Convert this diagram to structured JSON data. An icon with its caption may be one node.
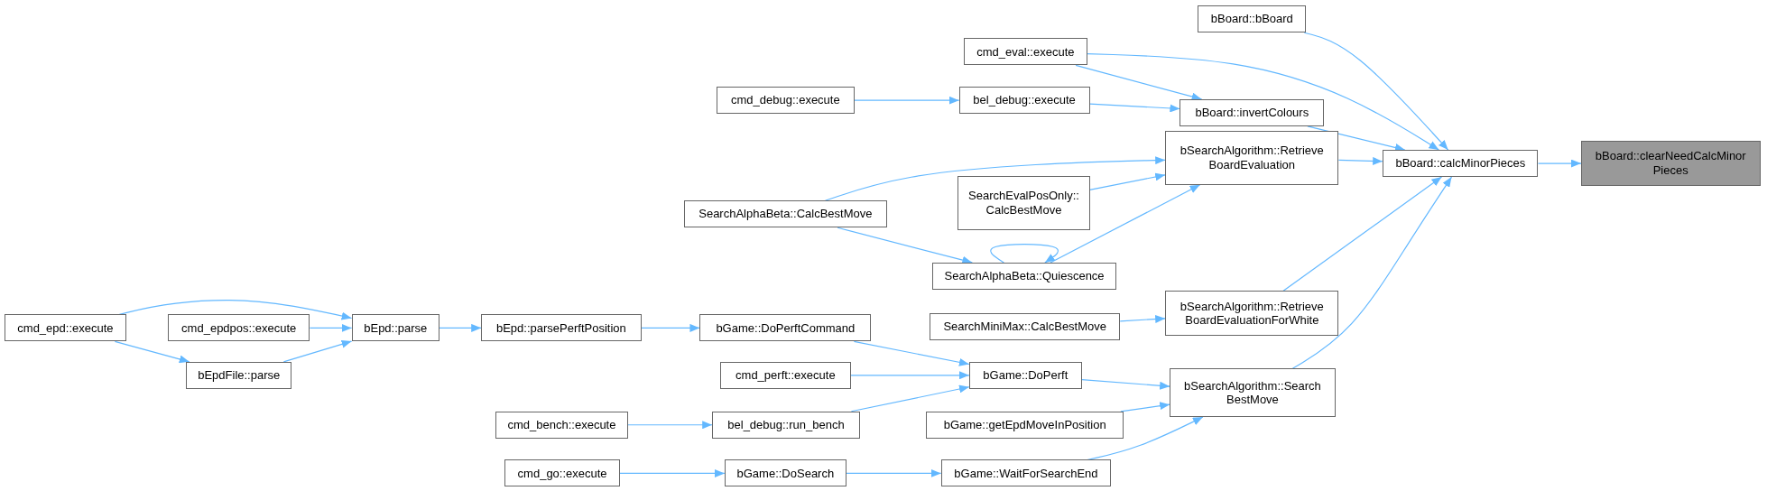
{
  "diagram": {
    "nodes": [
      {
        "text": [
          "bBoard::clearNeedCalcMinor Pieces"
        ]
      },
      {
        "text": [
          "bBoard::calcMinorPieces"
        ]
      },
      {
        "text": [
          "bBoard::bBoard"
        ]
      },
      {
        "text": [
          "cmd_eval::execute"
        ]
      },
      {
        "text": [
          "bBoard::invertColours"
        ]
      },
      {
        "text": [
          "bel_debug::execute"
        ]
      },
      {
        "text": [
          "cmd_debug::execute"
        ]
      },
      {
        "text": [
          "bSearchAlgorithm::Retrieve BoardEvaluation"
        ]
      },
      {
        "text": [
          "SearchEvalPosOnly:: CalcBestMove"
        ]
      },
      {
        "text": [
          "SearchAlphaBeta::CalcBestMove"
        ]
      },
      {
        "text": [
          "SearchAlphaBeta::Quiescence"
        ]
      },
      {
        "text": [
          "bSearchAlgorithm::Retrieve BoardEvaluationForWhite"
        ]
      },
      {
        "text": [
          "SearchMiniMax::CalcBestMove"
        ]
      },
      {
        "text": [
          "bSearchAlgorithm::Search BestMove"
        ]
      },
      {
        "text": [
          "bGame::DoPerft"
        ]
      },
      {
        "text": [
          "bGame::getEpdMoveInPosition"
        ]
      },
      {
        "text": [
          "bGame::WaitForSearchEnd"
        ]
      },
      {
        "text": [
          "bGame::DoPerftCommand"
        ]
      },
      {
        "text": [
          "cmd_perft::execute"
        ]
      },
      {
        "text": [
          "bel_debug::run_bench"
        ]
      },
      {
        "text": [
          "bGame::DoSearch"
        ]
      },
      {
        "text": [
          "cmd_go::execute"
        ]
      },
      {
        "text": [
          "cmd_bench::execute"
        ]
      },
      {
        "text": [
          "bEpd::parsePerftPosition"
        ]
      },
      {
        "text": [
          "bEpd::parse"
        ]
      },
      {
        "text": [
          "cmd_epdpos::execute"
        ]
      },
      {
        "text": [
          "bEpdFile::parse"
        ]
      },
      {
        "text": [
          "cmd_epd::execute"
        ]
      }
    ],
    "edges": [
      {
        "from": 1,
        "to": 0,
        "arrow": "to"
      },
      {
        "from": 2,
        "to": 1,
        "arrow": "to"
      },
      {
        "from": 3,
        "to": 1,
        "arrow": "to"
      },
      {
        "from": 4,
        "to": 1,
        "arrow": "to"
      },
      {
        "from": 7,
        "to": 1,
        "arrow": "to"
      },
      {
        "from": 11,
        "to": 1,
        "arrow": "to"
      },
      {
        "from": 13,
        "to": 1,
        "arrow": "to"
      },
      {
        "from": 3,
        "to": 4,
        "arrow": "to"
      },
      {
        "from": 5,
        "to": 4,
        "arrow": "to"
      },
      {
        "from": 6,
        "to": 5,
        "arrow": "to"
      },
      {
        "from": 9,
        "to": 7,
        "arrow": "to"
      },
      {
        "from": 8,
        "to": 7,
        "arrow": "to"
      },
      {
        "from": 10,
        "to": 7,
        "arrow": "to"
      },
      {
        "from": 9,
        "to": 10,
        "arrow": "to"
      },
      {
        "from": 10,
        "to": 10,
        "arrow": "to"
      },
      {
        "from": 12,
        "to": 11,
        "arrow": "to"
      },
      {
        "from": 14,
        "to": 13,
        "arrow": "to"
      },
      {
        "from": 15,
        "to": 13,
        "arrow": "to"
      },
      {
        "from": 16,
        "to": 13,
        "arrow": "to"
      },
      {
        "from": 17,
        "to": 14,
        "arrow": "to"
      },
      {
        "from": 18,
        "to": 14,
        "arrow": "to"
      },
      {
        "from": 19,
        "to": 14,
        "arrow": "to"
      },
      {
        "from": 20,
        "to": 16,
        "arrow": "to"
      },
      {
        "from": 21,
        "to": 20,
        "arrow": "to"
      },
      {
        "from": 22,
        "to": 19,
        "arrow": "to"
      },
      {
        "from": 23,
        "to": 17,
        "arrow": "to"
      },
      {
        "from": 24,
        "to": 23,
        "arrow": "to"
      },
      {
        "from": 25,
        "to": 24,
        "arrow": "to"
      },
      {
        "from": 27,
        "to": 24,
        "arrow": "to"
      },
      {
        "from": 26,
        "to": 24,
        "arrow": "to"
      },
      {
        "from": 27,
        "to": 26,
        "arrow": "to"
      }
    ]
  }
}
